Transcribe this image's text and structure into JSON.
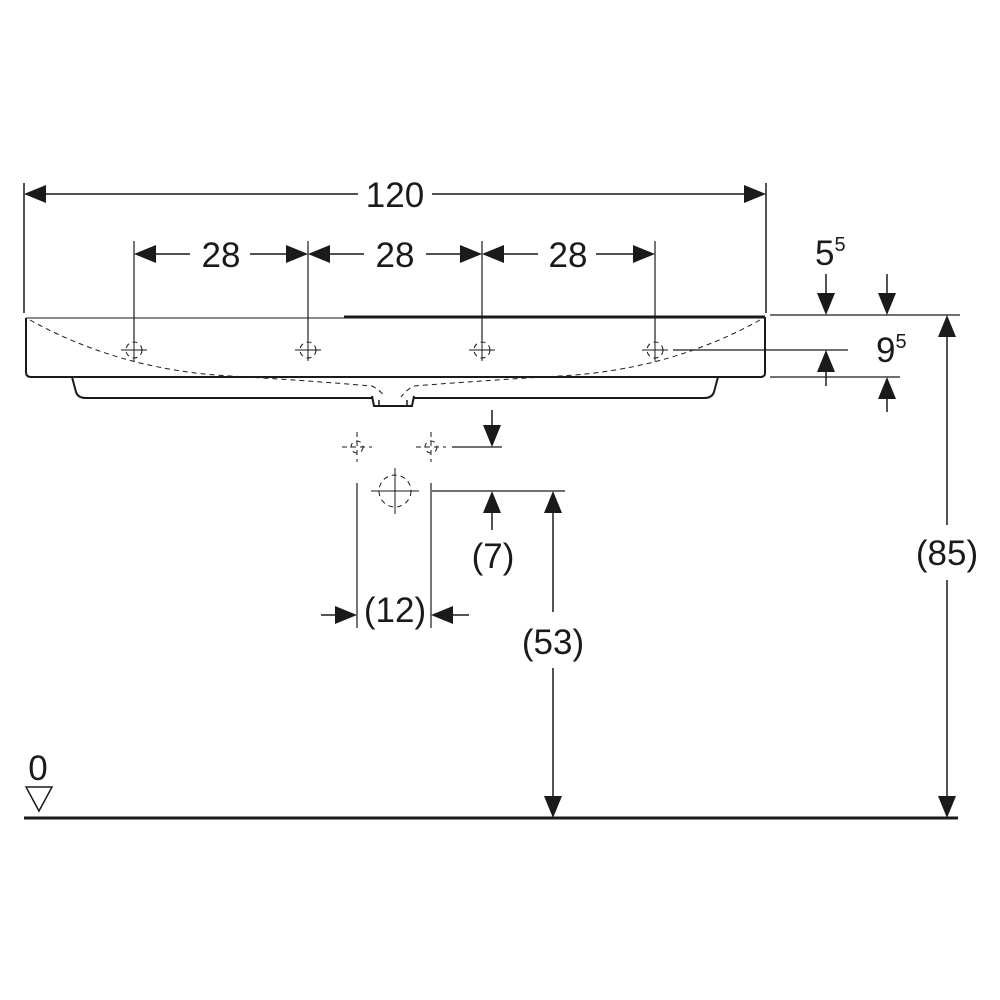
{
  "dimensions": {
    "overall_width": "120",
    "tap_spacing_1": "28",
    "tap_spacing_2": "28",
    "tap_spacing_3": "28",
    "rim_thickness_base": "5",
    "rim_thickness_sup": "5",
    "basin_depth_base": "9",
    "basin_depth_sup": "5",
    "waste_offset": "(7)",
    "waste_spacing": "(12)",
    "waste_height": "(53)",
    "rim_height": "(85)",
    "floor_level": "0"
  }
}
